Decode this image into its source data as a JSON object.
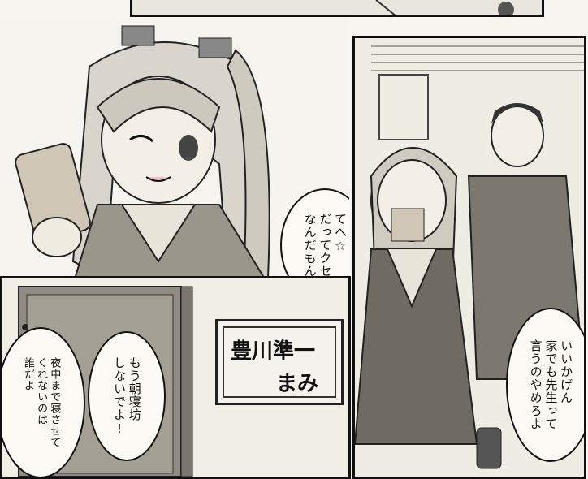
{
  "dialogue": {
    "mami_excuse": "てへ☆\nだってクセ\nなんだもん",
    "jun_scold": "いいかげん\n家でも先生って\n言うのやめろよ",
    "mami_complain": "もう朝寝坊\nしないでよ!",
    "mami_blame": "夜中まで寝させて\nくれないのは\n誰だよ"
  },
  "nameplate": {
    "line1": "豊川準一",
    "line2": "まみ"
  },
  "colors": {
    "ink": "#111111",
    "paper": "#f4f1ea"
  }
}
